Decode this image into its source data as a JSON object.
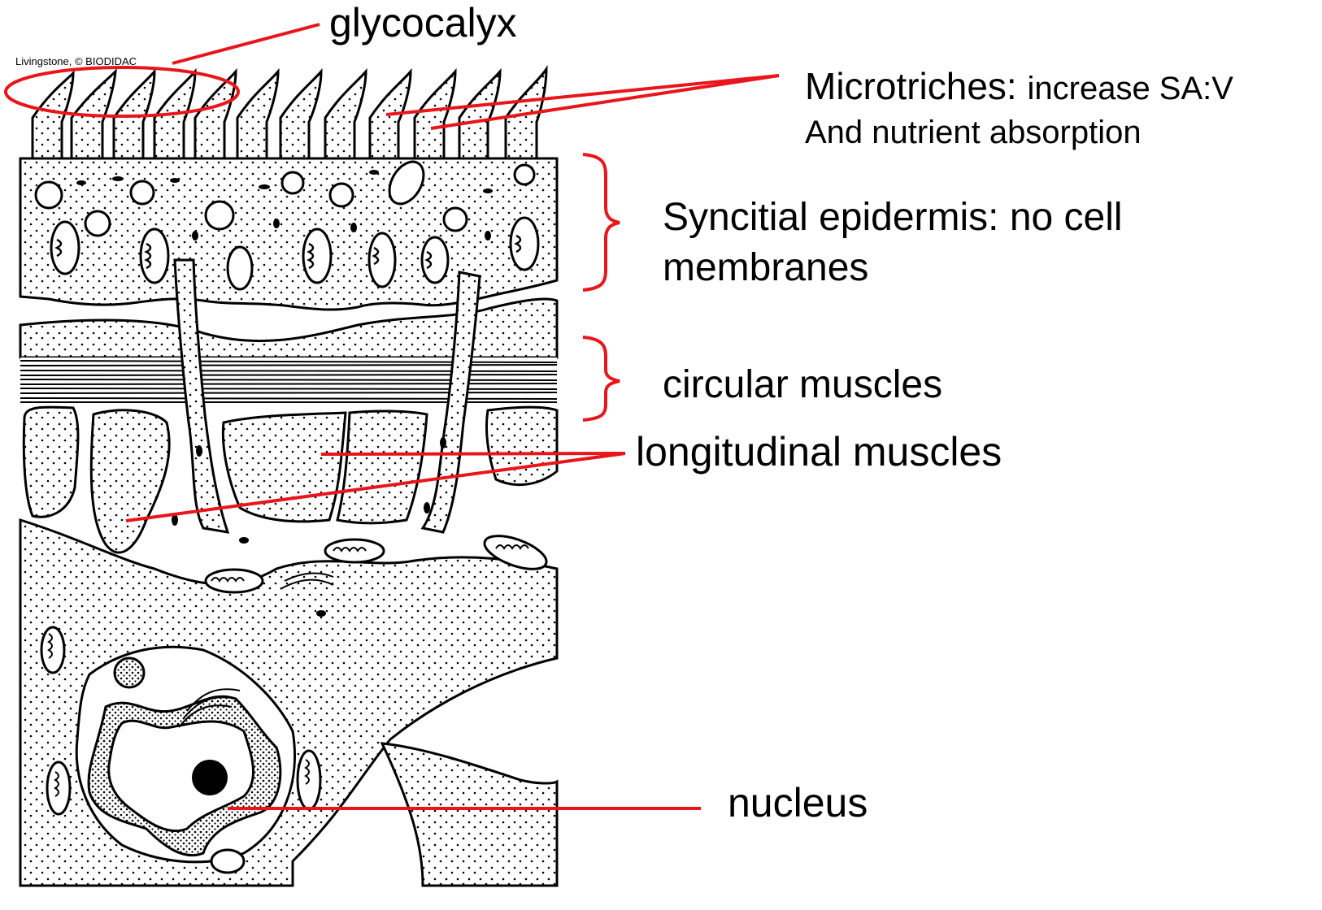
{
  "credit": "Livingstone, © BIODIDAC",
  "labels": {
    "glycocalyx": "glycocalyx",
    "microtriches_main": "Microtriches:",
    "microtriches_rest": "increase SA:V",
    "microtriches_line2": "And nutrient absorption",
    "syncitial_line1": "Syncitial epidermis: no cell",
    "syncitial_line2": "membranes",
    "circular": "circular muscles",
    "longitudinal": "longitudinal muscles",
    "nucleus": "nucleus"
  },
  "colors": {
    "pointer": "#e8161b",
    "ink": "#000000",
    "background": "#ffffff"
  }
}
